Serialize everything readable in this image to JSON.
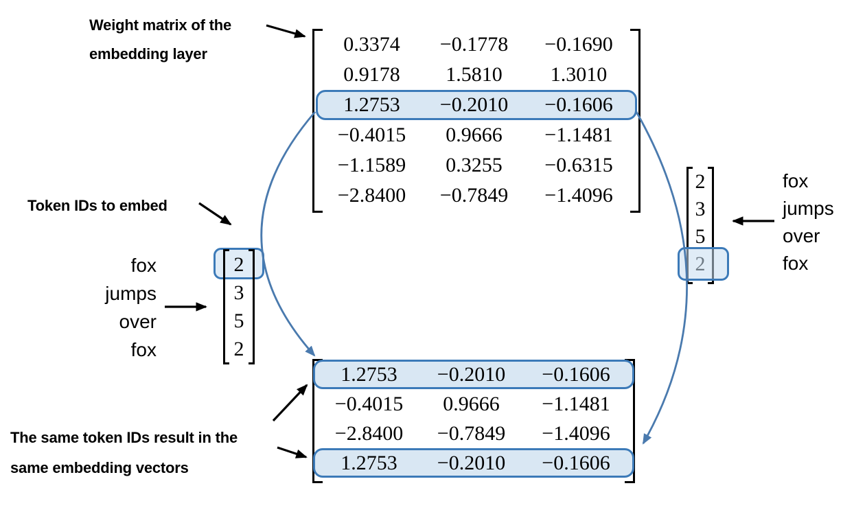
{
  "labels": {
    "weight_matrix_line1": "Weight matrix of the",
    "weight_matrix_line2": "embedding layer",
    "token_ids": "Token IDs to embed",
    "same_embedding_line1": "The same token IDs result in the",
    "same_embedding_line2": "same embedding vectors"
  },
  "tokens": {
    "left": [
      "fox",
      "jumps",
      "over",
      "fox"
    ],
    "right": [
      "fox",
      "jumps",
      "over",
      "fox"
    ]
  },
  "vectors": {
    "left": {
      "values": [
        "2",
        "3",
        "5",
        "2"
      ],
      "highlight_index": 0
    },
    "right": {
      "values": [
        "2",
        "3",
        "5",
        "2"
      ],
      "highlight_index": 3
    }
  },
  "matrices": {
    "weight": {
      "rows": [
        [
          "0.3374",
          "−0.1778",
          "−0.1690"
        ],
        [
          "0.9178",
          "1.5810",
          "1.3010"
        ],
        [
          "1.2753",
          "−0.2010",
          "−0.1606"
        ],
        [
          "−0.4015",
          "0.9666",
          "−1.1481"
        ],
        [
          "−1.1589",
          "0.3255",
          "−0.6315"
        ],
        [
          "−2.8400",
          "−0.7849",
          "−1.4096"
        ]
      ],
      "highlight_rows": [
        2
      ]
    },
    "output": {
      "rows": [
        [
          "1.2753",
          "−0.2010",
          "−0.1606"
        ],
        [
          "−0.4015",
          "0.9666",
          "−1.1481"
        ],
        [
          "−2.8400",
          "−0.7849",
          "−1.4096"
        ],
        [
          "1.2753",
          "−0.2010",
          "−0.1606"
        ]
      ],
      "highlight_rows": [
        0,
        3
      ]
    }
  },
  "colors": {
    "highlight_border": "#3c7ab8",
    "highlight_fill": "#d9e7f3",
    "curve_blue": "#4a7aae",
    "arrow_black": "#000000"
  }
}
